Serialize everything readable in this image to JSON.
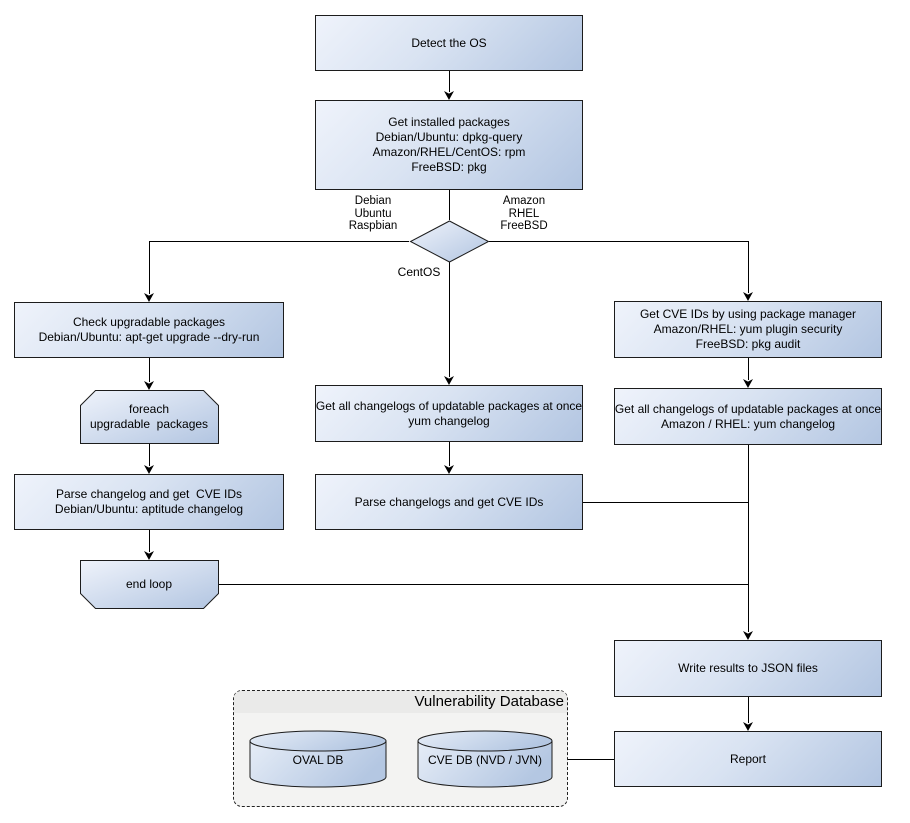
{
  "nodes": {
    "detect_os": {
      "lines": [
        "Detect the OS"
      ]
    },
    "get_installed_packages": {
      "lines": [
        "Get installed packages",
        "Debian/Ubuntu: dpkg-query",
        "Amazon/RHEL/CentOS: rpm",
        "FreeBSD: pkg"
      ]
    },
    "check_upgradable_packages": {
      "lines": [
        "Check upgradable packages",
        "Debian/Ubuntu: apt-get upgrade --dry-run"
      ]
    },
    "foreach_loop_begin": {
      "lines": [
        "foreach",
        "upgradable  packages"
      ]
    },
    "parse_changelog_left": {
      "lines": [
        "Parse changelog and get  CVE IDs",
        "Debian/Ubuntu: aptitude changelog"
      ]
    },
    "end_loop": {
      "lines": [
        "end loop"
      ]
    },
    "get_changelogs_centos": {
      "lines": [
        "Get all changelogs of updatable packages at once",
        "yum changelog"
      ]
    },
    "parse_changelogs_centos": {
      "lines": [
        "Parse changelogs and get CVE IDs"
      ]
    },
    "get_cve_ids_pkg_manager": {
      "lines": [
        "Get CVE IDs by using package manager",
        "Amazon/RHEL: yum plugin security",
        "FreeBSD: pkg audit"
      ]
    },
    "get_changelogs_amazon_rhel": {
      "lines": [
        "Get all changelogs of updatable packages at once",
        "Amazon / RHEL: yum changelog"
      ]
    },
    "write_results": {
      "lines": [
        "Write results to JSON files"
      ]
    },
    "report": {
      "lines": [
        "Report"
      ]
    }
  },
  "branch_labels": {
    "left": {
      "lines": [
        "Debian",
        "Ubuntu",
        "Raspbian"
      ]
    },
    "right": {
      "lines": [
        "Amazon",
        "RHEL",
        "FreeBSD"
      ]
    },
    "bottom": {
      "lines": [
        "CentOS"
      ]
    }
  },
  "database_group": {
    "title": "Vulnerability Database",
    "cylinders": [
      {
        "label": "OVAL DB"
      },
      {
        "label": "CVE DB (NVD / JVN)"
      }
    ]
  },
  "colors": {
    "node_fill_light": "#eff3fb",
    "node_fill_dark": "#b2c5e1",
    "node_border": "#1c1c1c",
    "connector": "#000000",
    "group_body": "#f3f3f2",
    "group_header": "#eaeae9",
    "text": "#000000"
  }
}
